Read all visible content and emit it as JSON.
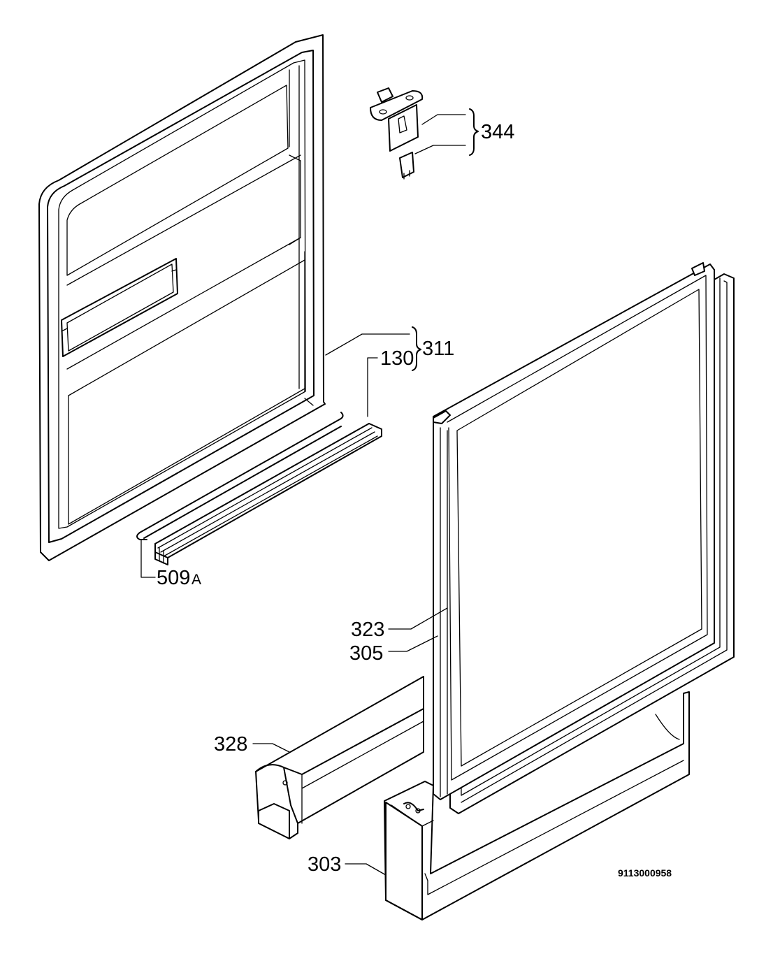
{
  "diagram": {
    "labels": {
      "p344": "344",
      "p311": "311",
      "p130": "130",
      "p509": "509",
      "p509_suffix": "A",
      "p323": "323",
      "p305": "305",
      "p328": "328",
      "p303": "303"
    },
    "drawing_number": "9113000958"
  }
}
